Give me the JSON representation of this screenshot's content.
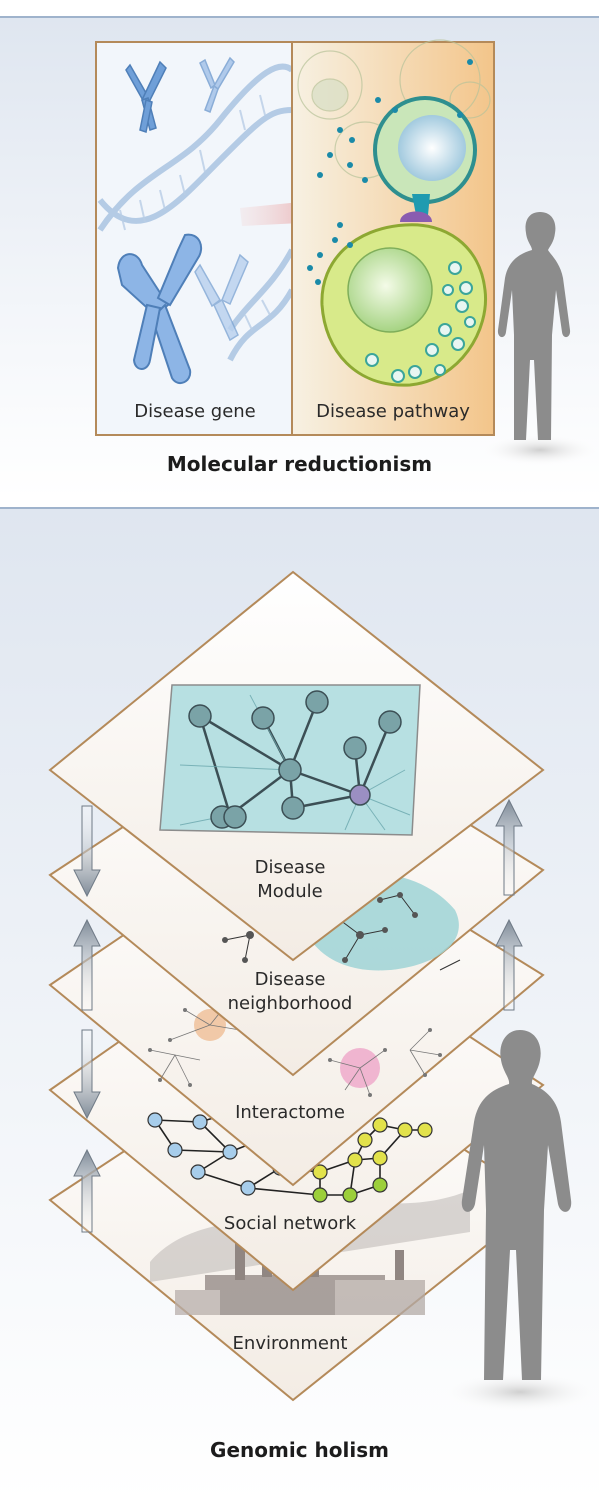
{
  "top": {
    "left_label": "Disease gene",
    "right_label": "Disease pathway",
    "title": "Molecular reductionism"
  },
  "layers": [
    {
      "id": "disease-module",
      "label_line1": "Disease",
      "label_line2": "Module"
    },
    {
      "id": "disease-neighborhood",
      "label_line1": "Disease",
      "label_line2": "neighborhood"
    },
    {
      "id": "interactome",
      "label": "Interactome"
    },
    {
      "id": "social-network",
      "label": "Social network"
    },
    {
      "id": "environment",
      "label": "Environment"
    }
  ],
  "bottom": {
    "title": "Genomic holism"
  },
  "colors": {
    "frame_border": "#b48a5a",
    "dna_blue": "#7fa6d4",
    "cell_green": "#a9cf6a",
    "module_teal": "#9fd3d6",
    "node_blue": "#a7cdeb",
    "node_yellow": "#e2e24b",
    "node_green": "#9ccf3a",
    "silhouette": "#8c8c8c"
  }
}
